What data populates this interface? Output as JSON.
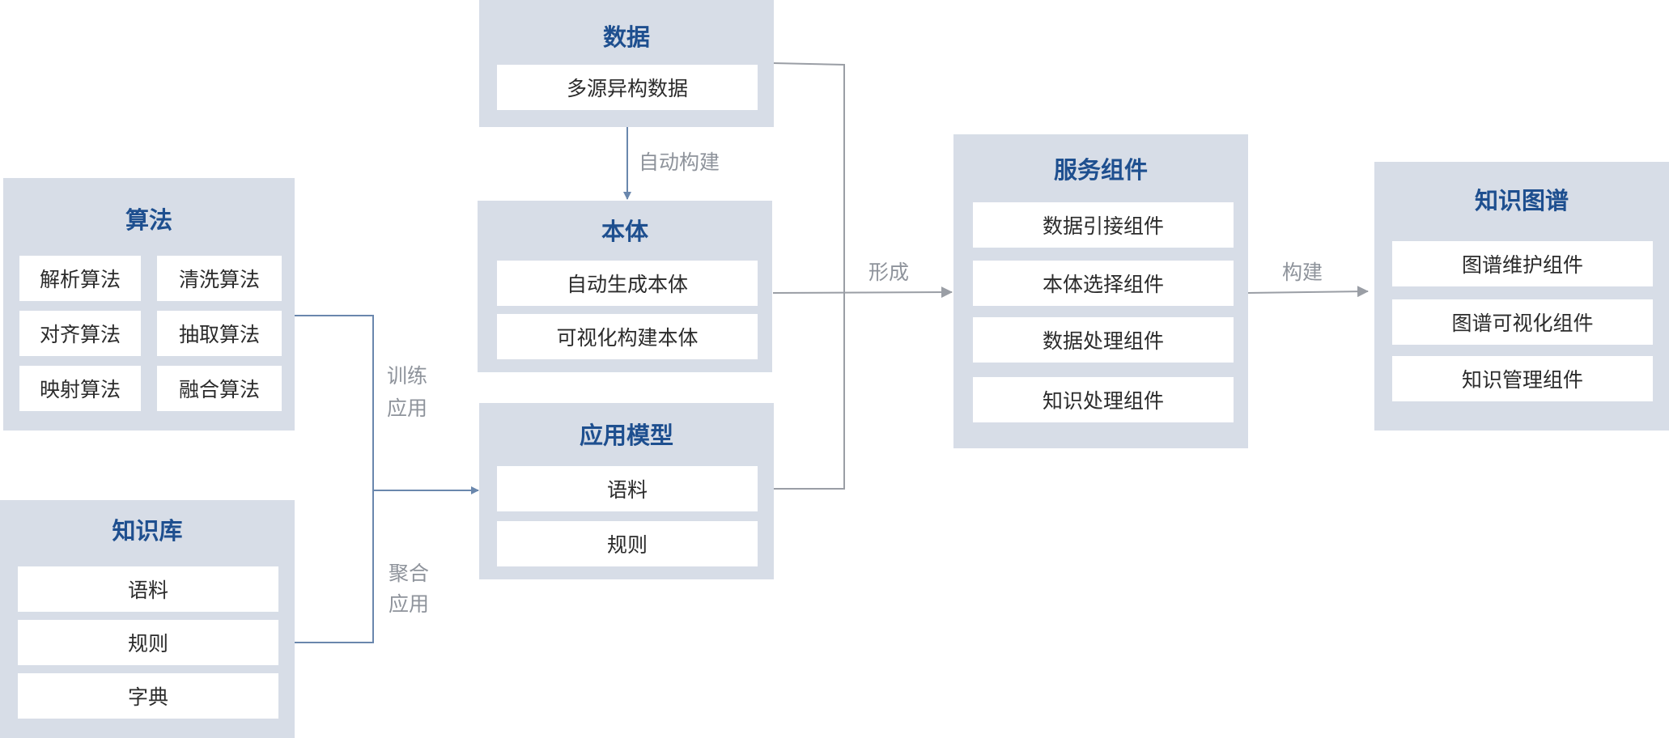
{
  "panels": {
    "algorithm": {
      "title": "算法",
      "items": [
        "解析算法",
        "清洗算法",
        "对齐算法",
        "抽取算法",
        "映射算法",
        "融合算法"
      ]
    },
    "knowledge_base": {
      "title": "知识库",
      "items": [
        "语料",
        "规则",
        "字典"
      ]
    },
    "data": {
      "title": "数据",
      "items": [
        "多源异构数据"
      ]
    },
    "ontology": {
      "title": "本体",
      "items": [
        "自动生成本体",
        "可视化构建本体"
      ]
    },
    "app_model": {
      "title": "应用模型",
      "items": [
        "语料",
        "规则"
      ]
    },
    "service": {
      "title": "服务组件",
      "items": [
        "数据引接组件",
        "本体选择组件",
        "数据处理组件",
        "知识处理组件"
      ]
    },
    "kg": {
      "title": "知识图谱",
      "items": [
        "图谱维护组件",
        "图谱可视化组件",
        "知识管理组件"
      ]
    }
  },
  "edge_labels": {
    "auto_build": "自动构建",
    "train": "训练",
    "train_apply": "应用",
    "aggregate": "聚合",
    "aggregate_apply": "应用",
    "form": "形成",
    "build": "构建"
  },
  "colors": {
    "panel_bg": "#d7dde7",
    "title": "#1e4f8f",
    "blue_connector": "#6a87ad",
    "gray_connector": "#9a9ea5"
  }
}
